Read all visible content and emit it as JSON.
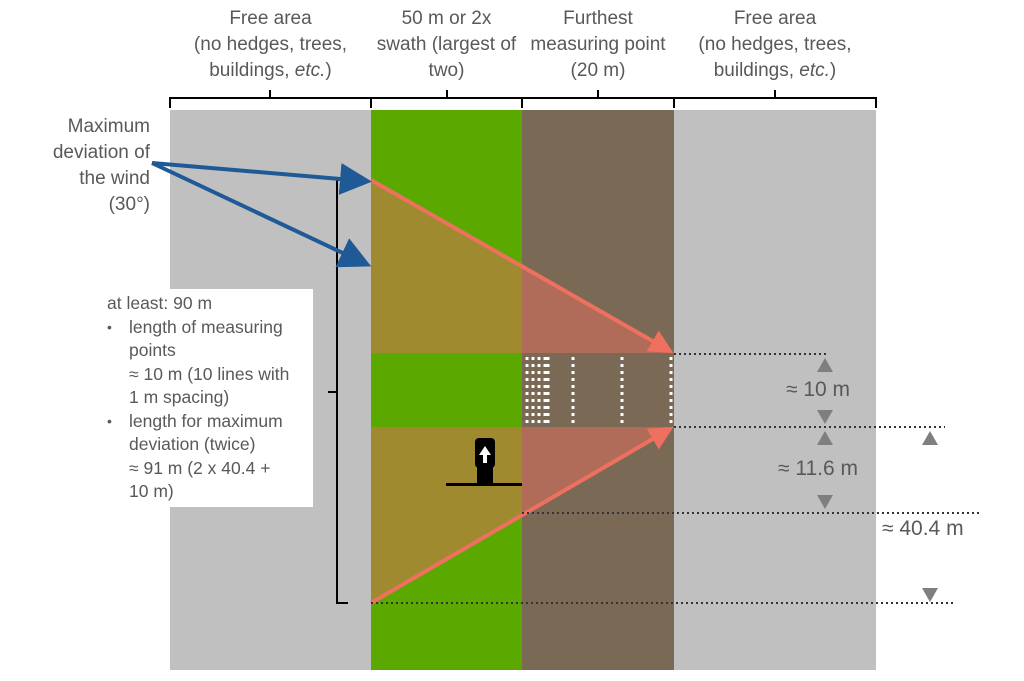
{
  "headers": {
    "free_area_left": [
      "Free area",
      "(no hedges, trees,",
      "buildings, ",
      "etc.",
      ")"
    ],
    "swath": [
      "50 m or 2x",
      "swath (largest of",
      "two)"
    ],
    "measuring": [
      "Furthest",
      "measuring point",
      "(20 m)"
    ],
    "free_area_right": [
      "Free area",
      "(no hedges, trees,",
      "buildings, ",
      "etc.",
      ")"
    ]
  },
  "wind_label": [
    "Maximum",
    "deviation of",
    "the wind",
    "(30°)"
  ],
  "info_box": {
    "head": "at least: 90 m",
    "item1": [
      "length of measuring",
      "points",
      "≈ 10 m (10 lines with",
      "1 m spacing)"
    ],
    "item2": [
      "length for maximum",
      "deviation (twice)",
      "≈ 91 m (2 x 40.4 +",
      "10 m)"
    ]
  },
  "dimensions": {
    "ten": "≈ 10 m",
    "eleven": "≈ 11.6 m",
    "forty": "≈ 40.4 m"
  },
  "colors": {
    "free_area": "#c0c0c0",
    "swath": "#5aa800",
    "measuring": "#7a6a55",
    "overlay": "#e56b5d",
    "arrow_blue": "#1f5a96",
    "triangle_gray": "#7f7f7f"
  }
}
